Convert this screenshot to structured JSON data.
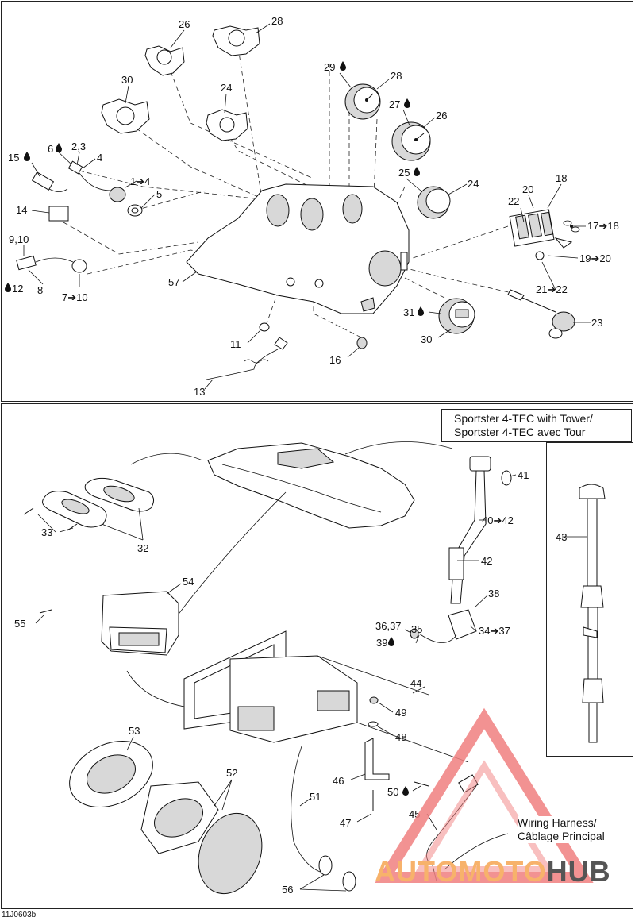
{
  "drawing_code": "11J0603b",
  "inset": {
    "title_line1": "Sportster 4-TEC with Tower/",
    "title_line2": "Sportster 4-TEC avec Tour"
  },
  "harness": {
    "line1": "Wiring Harness/",
    "line2": "Câblage Principal"
  },
  "watermark": {
    "part1": "AUTOMOTO",
    "part2": "HUB",
    "color_accent": "#f08080",
    "color_text": "#f7b26b"
  },
  "callouts_top": {
    "c26a": "26",
    "c28a": "28",
    "c30a": "30",
    "c24a": "24",
    "c29": "29",
    "c28b": "28",
    "c27": "27",
    "c26b": "26",
    "c25": "25",
    "c24b": "24",
    "c15": "15",
    "c6": "6",
    "c23a": "2,3",
    "c4": "4",
    "c1to4": "1➔4",
    "c5": "5",
    "c14": "14",
    "c910": "9,10",
    "c12": "12",
    "c8": "8",
    "c7to10": "7➔10",
    "c57": "57",
    "c11": "11",
    "c13": "13",
    "c16": "16",
    "c22": "22",
    "c20": "20",
    "c18": "18",
    "c17to18": "17➔18",
    "c19to20": "19➔20",
    "c21to22": "21➔22",
    "c23": "23",
    "c31": "31",
    "c30b": "30"
  },
  "callouts_bottom": {
    "c33": "33",
    "c32": "32",
    "c41": "41",
    "c40to42": "40➔42",
    "c42": "42",
    "c43": "43",
    "c54": "54",
    "c55": "55",
    "c38": "38",
    "c3637": "36,37",
    "c35": "35",
    "c34to37": "34➔37",
    "c39": "39",
    "c44": "44",
    "c49": "49",
    "c48": "48",
    "c53": "53",
    "c52": "52",
    "c46": "46",
    "c50": "50",
    "c51": "51",
    "c47": "47",
    "c45": "45",
    "c56": "56"
  },
  "icons": [
    "oil-drop-icon",
    "fan-icon"
  ]
}
